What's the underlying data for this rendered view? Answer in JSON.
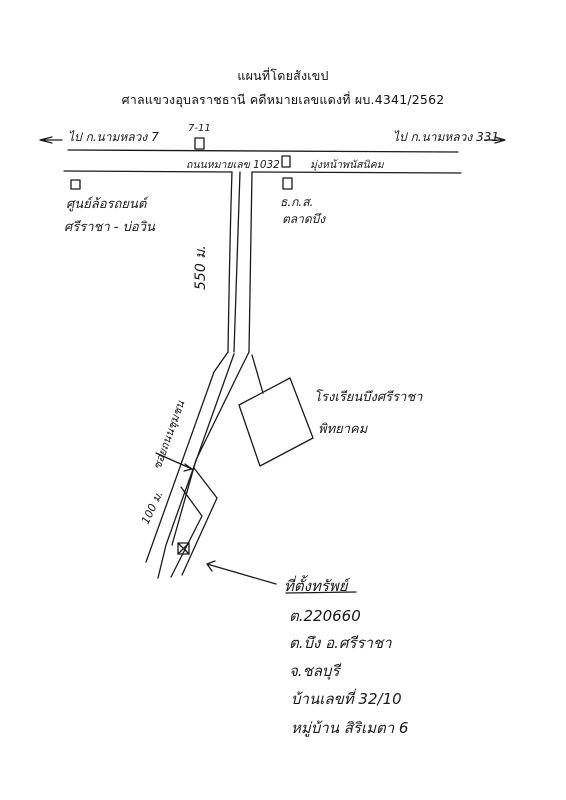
{
  "header": {
    "title": "แผนที่โดยสังเขป",
    "subtitle": "ศาลแขวงอุบลราชธานี   คดีหมายเลขแดงที่ ผบ.4341/2562"
  },
  "map": {
    "left_direction": "ไป ก.นามหลวง 7",
    "right_direction": "ไป ก.นามหลวง 331",
    "store_label": "7-11",
    "road_name": "ถนนหมายเลข 1032",
    "road_name_suffix": "มุ่งหน้าพนัสนิคม",
    "shop_label_1": "ศูนย์ล้อรถยนต์",
    "shop_label_2": "ศรีราชา - บ่อวิน",
    "bank_label_1": "ธ.ก.ส.",
    "bank_label_2": "ตลาดบึง",
    "distance_main": "550 ม.",
    "lane_label": "ซอยถนนชุมชน",
    "distance_side": "100 ม.",
    "school_label_1": "โรงเรียนบึงศรีราชา",
    "school_label_2": "พิทยาคม",
    "target_title": "ที่ตั้งทรัพย์",
    "target_line_1": "ต.220660",
    "target_line_2": "ต.บึง อ.ศรีราชา",
    "target_line_3": "จ.ชลบุรี",
    "target_line_4": "บ้านเลขที่ 32/10",
    "target_line_5": "หมู่บ้าน สิริเมตา 6"
  }
}
